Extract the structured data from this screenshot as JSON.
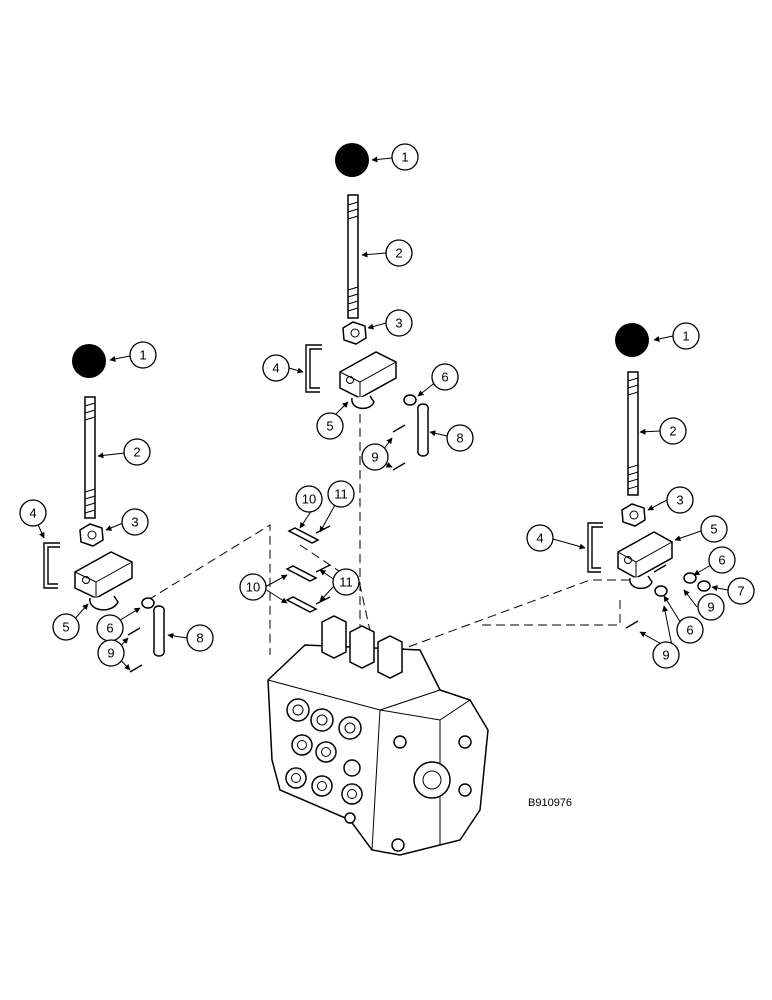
{
  "drawing_ref": "B910976",
  "callout_labels": [
    "1",
    "2",
    "3",
    "4",
    "5",
    "6",
    "7",
    "8",
    "9",
    "10",
    "11"
  ]
}
